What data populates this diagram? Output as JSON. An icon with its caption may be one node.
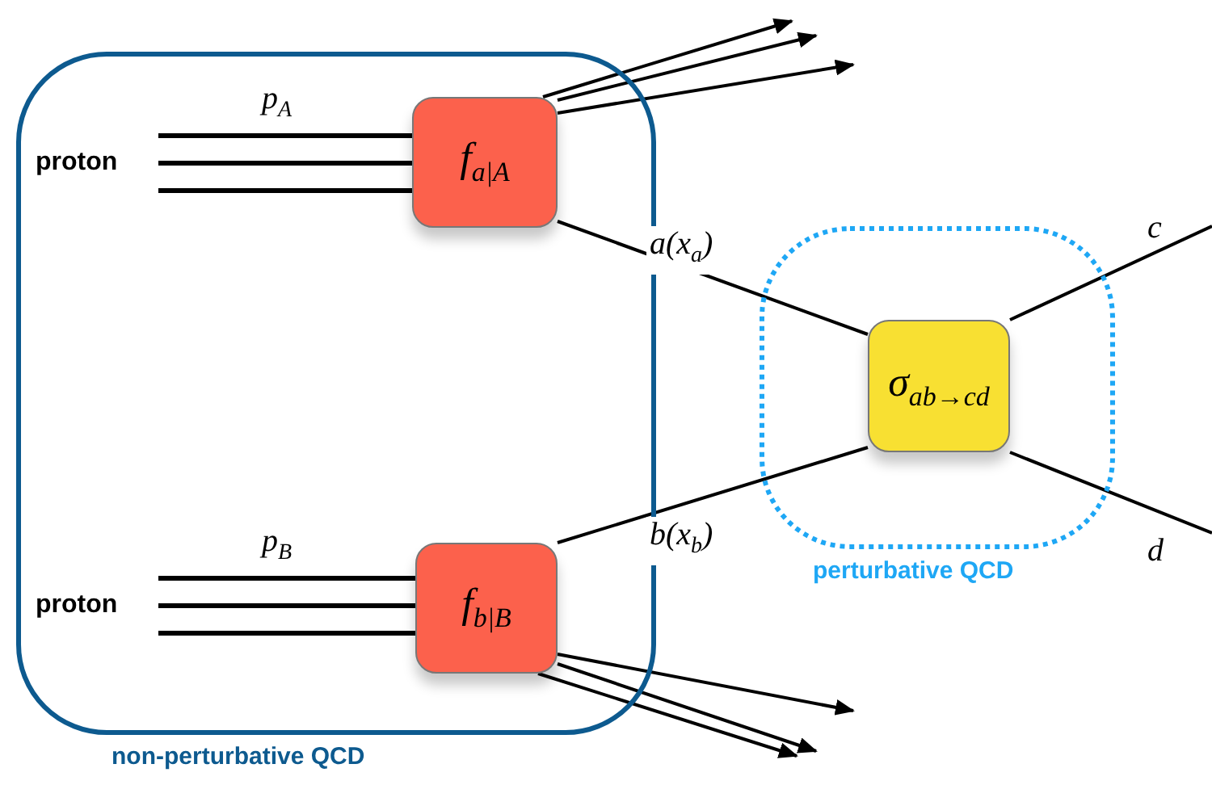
{
  "diagram": {
    "nodes": [
      {
        "text": [
          "non-perturbative QCD"
        ]
      },
      {
        "text": [
          "proton"
        ],
        "in": 0
      },
      {
        "text": [
          "f$_{a|A}$"
        ],
        "in": 0
      },
      {
        "text": [
          "proton"
        ],
        "in": 0
      },
      {
        "text": [
          "f$_{b|B}$"
        ],
        "in": 0
      },
      {
        "text": [
          "perturbative QCD"
        ]
      },
      {
        "text": [
          "σ$_{ab→cd}$"
        ],
        "in": 5
      }
    ],
    "edges": [
      {
        "from": 1,
        "to": 2,
        "arrow": "none",
        "label": "p$_{A}$"
      },
      {
        "from": 1,
        "to": 2,
        "arrow": "none"
      },
      {
        "from": 1,
        "to": 2,
        "arrow": "none"
      },
      {
        "from": 2,
        "to": null,
        "arrow": "to"
      },
      {
        "from": 2,
        "to": null,
        "arrow": "to"
      },
      {
        "from": 2,
        "to": null,
        "arrow": "to"
      },
      {
        "from": 2,
        "to": 6,
        "arrow": "none",
        "label": "a(x$_{a}$)"
      },
      {
        "from": 3,
        "to": 4,
        "arrow": "none",
        "label": "p$_{B}$"
      },
      {
        "from": 3,
        "to": 4,
        "arrow": "none"
      },
      {
        "from": 3,
        "to": 4,
        "arrow": "none"
      },
      {
        "from": 4,
        "to": 6,
        "arrow": "none",
        "label": "b(x$_{b}$)"
      },
      {
        "from": 4,
        "to": null,
        "arrow": "to"
      },
      {
        "from": 4,
        "to": null,
        "arrow": "to"
      },
      {
        "from": 4,
        "to": null,
        "arrow": "to"
      },
      {
        "from": 6,
        "to": null,
        "arrow": "none",
        "label": "c"
      },
      {
        "from": 6,
        "to": null,
        "arrow": "none",
        "label": "d"
      }
    ]
  }
}
